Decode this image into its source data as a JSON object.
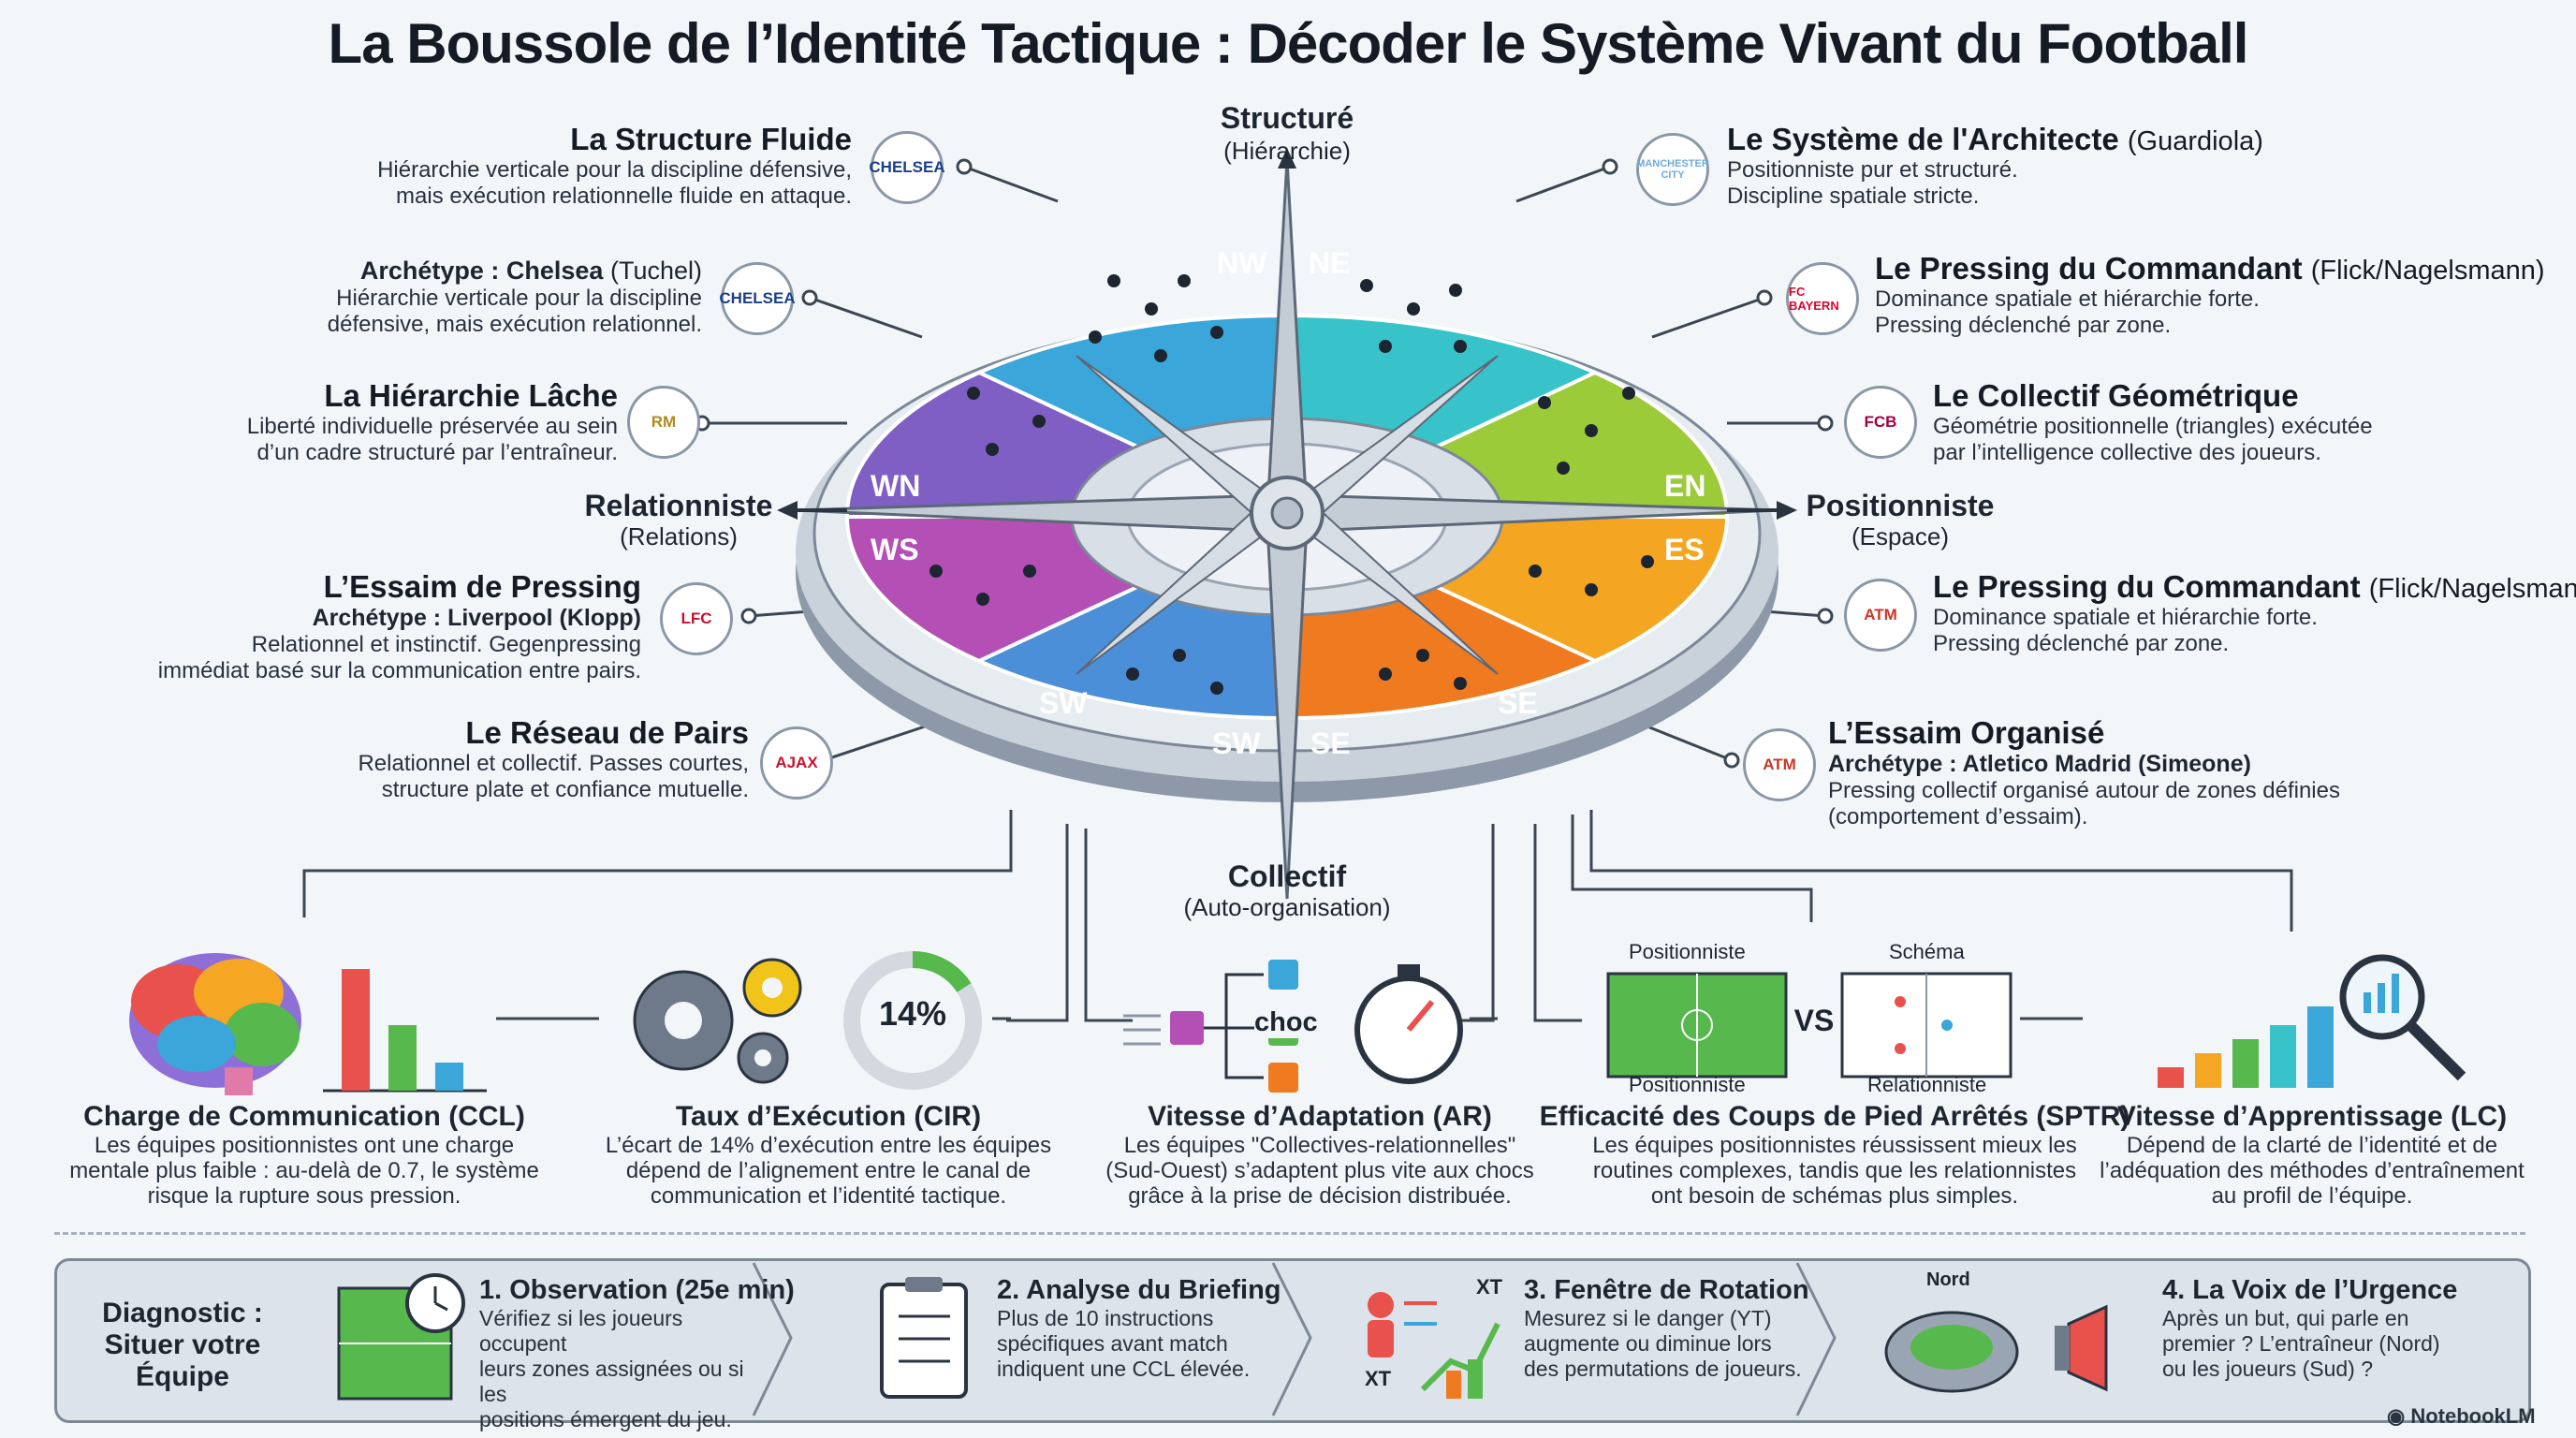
{
  "title": "La Boussole de l’Identité Tactique : Décoder le Système Vivant du Football",
  "axes": {
    "north": {
      "title": "Structuré",
      "sub": "(Hiérarchie)"
    },
    "west": {
      "title": "Relationniste",
      "sub": "(Relations)"
    },
    "east": {
      "title": "Positionniste",
      "sub": "(Espace)"
    },
    "south": {
      "title": "Collectif",
      "sub": "(Auto-organisation)"
    }
  },
  "sectors": [
    "NW",
    "NE",
    "EN",
    "ES",
    "SE",
    "SW",
    "SW",
    "WS",
    "WN"
  ],
  "left_cards": [
    {
      "title": "La Structure Fluide",
      "desc1": "Hiérarchie verticale pour la discipline défensive,",
      "desc2": "mais exécution relationnelle fluide en attaque.",
      "badge": "CHELSEA"
    },
    {
      "title": "Archétype : Chelsea",
      "title_sub": "(Tuchel)",
      "desc1": "Hiérarchie verticale pour la discipline",
      "desc2": "défensive, mais exécution relationnel.",
      "badge": "CHELSEA"
    },
    {
      "title": "La Hiérarchie Lâche",
      "desc1": "Liberté individuelle préservée au sein",
      "desc2": "d’un cadre structuré par l’entraîneur.",
      "badge": "RM"
    },
    {
      "title": "L’Essaim de Pressing",
      "arch": "Archétype : Liverpool (Klopp)",
      "desc1": "Relationnel et instinctif. Gegenpressing",
      "desc2": "immédiat basé sur la communication entre pairs.",
      "badge": "LFC"
    },
    {
      "title": "Le Réseau de Pairs",
      "desc1": "Relationnel et collectif. Passes courtes,",
      "desc2": "structure plate et confiance mutuelle.",
      "badge": "AJAX"
    }
  ],
  "right_cards": [
    {
      "title": "Le Système de l'Architecte",
      "title_sub": "(Guardiola)",
      "desc1": "Positionniste pur et structuré.",
      "desc2": "Discipline spatiale stricte.",
      "badge": "MANCHESTER CITY"
    },
    {
      "title": "Le Pressing du Commandant",
      "title_sub": "(Flick/Nagelsmann)",
      "desc1": "Dominance spatiale et hiérarchie forte.",
      "desc2": "Pressing déclenché par zone.",
      "badge": "FC BAYERN"
    },
    {
      "title": "Le Collectif Géométrique",
      "desc1": "Géométrie positionnelle (triangles) exécutée",
      "desc2": "par l’intelligence collective des joueurs.",
      "badge": "FCB"
    },
    {
      "title": "Le Pressing du Commandant",
      "title_sub": "(Flick/Nagelsmann)",
      "desc1": "Dominance spatiale et hiérarchie forte.",
      "desc2": "Pressing déclenché par zone.",
      "badge": "ATM"
    },
    {
      "title": "L’Essaim Organisé",
      "arch": "Archétype : Atletico Madrid (Simeone)",
      "desc1": "Pressing collectif organisé autour de zones définies",
      "desc2": "(comportement d’essaim).",
      "badge": "ATM"
    }
  ],
  "metrics": [
    {
      "title": "Charge de Communication (CCL)",
      "desc1": "Les équipes positionnistes ont une charge",
      "desc2": "mentale plus faible : au-delà de 0.7, le système",
      "desc3": "risque la rupture sous pression."
    },
    {
      "title": "Taux d’Exécution (CIR)",
      "value": "14%",
      "desc1": "L’écart de 14% d’exécution entre les équipes",
      "desc2": "dépend de l’alignement entre le canal de",
      "desc3": "communication et l’identité tactique."
    },
    {
      "title": "Vitesse d’Adaptation (AR)",
      "choc": "choc",
      "desc1": "Les équipes \"Collectives-relationnelles\"",
      "desc2": "(Sud-Ouest) s’adaptent plus vite aux chocs",
      "desc3": "grâce à la prise de décision distribuée."
    },
    {
      "title": "Efficacité des Coups de Pied Arrêtés (SPTR)",
      "desc1": "Les équipes positionnistes réussissent mieux les",
      "desc2": "routines complexes, tandis que les relationnistes",
      "desc3": "ont besoin de schémas plus simples.",
      "lbl_top_left": "Positionniste",
      "lbl_top_right": "Schéma",
      "lbl_bot_left": "Positionniste",
      "lbl_bot_right": "Relationniste",
      "vs": "VS"
    },
    {
      "title": "Vitesse d’Apprentissage (LC)",
      "desc1": "Dépend de la clarté de l’identité et de",
      "desc2": "l’adéquation des méthodes d’entraînement",
      "desc3": "au profil de l’équipe."
    }
  ],
  "diagnostic": {
    "label1": "Diagnostic :",
    "label2": "Situer votre Équipe",
    "steps": [
      {
        "title": "1. Observation (25e min)",
        "d1": "Vérifiez si les joueurs occupent",
        "d2": "leurs zones assignées ou si les",
        "d3": "positions émergent du jeu."
      },
      {
        "title": "2. Analyse du Briefing",
        "d1": "Plus de 10 instructions",
        "d2": "spécifiques avant match",
        "d3": "indiquent une CCL élevée."
      },
      {
        "title": "3. Fenêtre de Rotation",
        "d1": "Mesurez si le danger (YT)",
        "d2": "augmente ou diminue lors",
        "d3": "des permutations de joueurs.",
        "xt1": "XT",
        "xt2": "XT"
      },
      {
        "title": "4. La Voix de l’Urgence",
        "d1": "Après un but, qui parle en",
        "d2": "premier ? L’entraîneur (Nord)",
        "d3": "ou les joueurs (Sud) ?",
        "nord": "Nord"
      }
    ]
  },
  "watermark": "NotebookLM",
  "colors": {
    "nw": "#3aa6d9",
    "ne": "#37c3c9",
    "en": "#9ccb3a",
    "es": "#f4a623",
    "se": "#f07a1f",
    "sw_a": "#5a6fd6",
    "sw_b": "#4b8fd8",
    "ws": "#b44fb6",
    "wn": "#7f5fc4"
  }
}
